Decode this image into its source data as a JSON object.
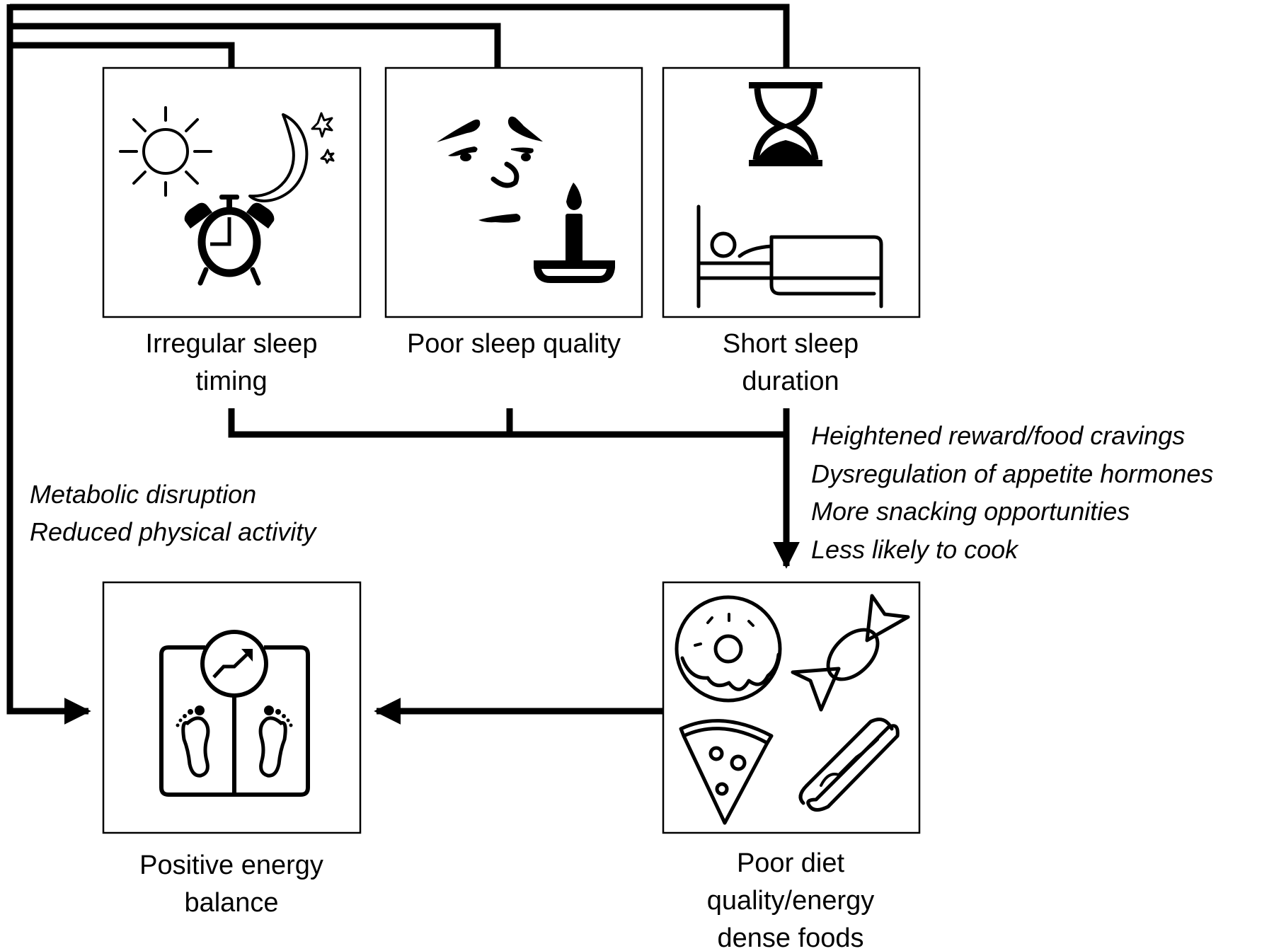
{
  "diagram": {
    "nodes": {
      "irregular_timing": {
        "lines": [
          "Irregular sleep",
          "timing"
        ],
        "icon": "sun-moon-alarm-clock-icon"
      },
      "poor_quality": {
        "lines": [
          "Poor sleep quality"
        ],
        "icon": "tired-face-candle-icon"
      },
      "short_duration": {
        "lines": [
          "Short sleep",
          "duration"
        ],
        "icon": "hourglass-bed-icon"
      },
      "positive_energy": {
        "lines": [
          "Positive energy",
          "balance"
        ],
        "icon": "weighing-scale-icon"
      },
      "poor_diet": {
        "lines": [
          "Poor diet",
          "quality/energy",
          "dense foods"
        ],
        "icon": "junk-food-icon"
      }
    },
    "edge_labels": {
      "sleep_to_diet": [
        "Heightened reward/food cravings",
        "Dysregulation of appetite hormones",
        "More snacking opportunities",
        "Less likely to cook"
      ],
      "sleep_to_energy": [
        "Metabolic disruption",
        "Reduced physical activity"
      ]
    },
    "edges": [
      {
        "from": "irregular_timing",
        "to": "positive_energy"
      },
      {
        "from": "poor_quality",
        "to": "positive_energy"
      },
      {
        "from": "short_duration",
        "to": "positive_energy"
      },
      {
        "from": "irregular_timing+poor_quality+short_duration",
        "to": "poor_diet"
      },
      {
        "from": "poor_diet",
        "to": "positive_energy"
      }
    ],
    "line_color": "#000000",
    "background": "#ffffff"
  }
}
